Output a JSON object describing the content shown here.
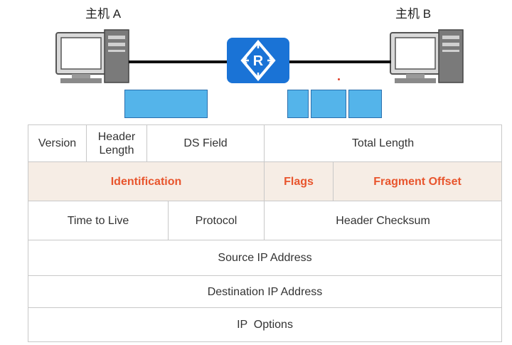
{
  "hosts": {
    "a_label": "主机 A",
    "b_label": "主机 B"
  },
  "router": {
    "label": "R"
  },
  "ip_header": {
    "row1": {
      "version": "Version",
      "header_length": "Header\nLength",
      "ds_field": "DS Field",
      "total_length": "Total Length"
    },
    "row2": {
      "identification": "Identification",
      "flags": "Flags",
      "fragment_offset": "Fragment Offset"
    },
    "row3": {
      "ttl": "Time to Live",
      "protocol": "Protocol",
      "header_checksum": "Header Checksum"
    },
    "row4": {
      "source": "Source IP Address"
    },
    "row5": {
      "destination": "Destination IP Address"
    },
    "row6": {
      "options": "IP  Options"
    }
  },
  "colors": {
    "router_blue": "#1a73d6",
    "packet_blue": "#54b4ea",
    "highlight_text": "#e8552d",
    "highlight_bg": "#f6ede5"
  }
}
